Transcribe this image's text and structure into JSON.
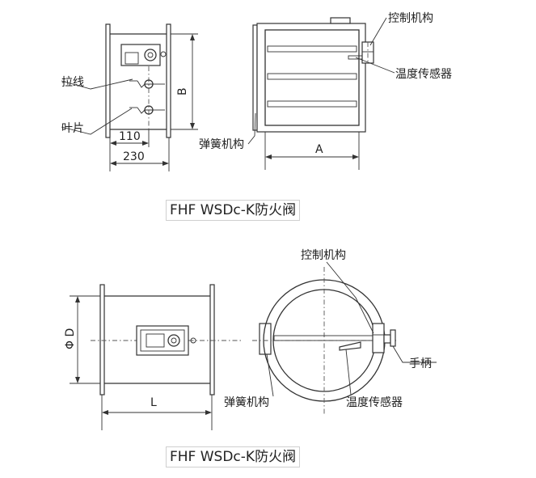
{
  "top": {
    "labels": {
      "pull_wire": "拉线",
      "blade": "叶片",
      "dim_110": "110",
      "dim_230": "230",
      "dim_b": "B",
      "control": "控制机构",
      "sensor": "温度传感器",
      "spring": "弹簧机构",
      "dim_a": "A"
    },
    "caption": "FHF WSDc-K防火阀"
  },
  "bottom": {
    "labels": {
      "dim_d": "Φ D",
      "dim_l": "L",
      "control": "控制机构",
      "handle": "手柄",
      "spring": "弹簧机构",
      "sensor": "温度传感器"
    },
    "caption": "FHF WSDc-K防火阀"
  }
}
